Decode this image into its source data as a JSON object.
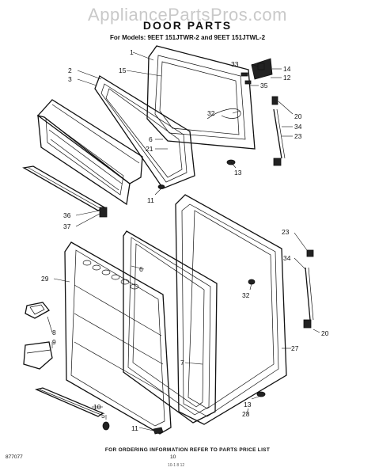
{
  "watermark": "AppliancePartsPros.com",
  "title": "DOOR PARTS",
  "subtitle": "For Models: 9EET 151JTWR-2 and 9EET 151JTWL-2",
  "footnote": "FOR ORDERING INFORMATION REFER TO PARTS PRICE LIST",
  "doc_number": "877077",
  "page_number": "10",
  "small_code": "10-1 8 12",
  "callouts": [
    "1",
    "15",
    "33",
    "14",
    "12",
    "35",
    "32",
    "20",
    "34",
    "23",
    "13",
    "2",
    "3",
    "6",
    "21",
    "11",
    "36",
    "37",
    "23",
    "34",
    "6",
    "32",
    "20",
    "29",
    "8",
    "9",
    "7",
    "27",
    "13",
    "28",
    "10",
    "5",
    "11"
  ]
}
